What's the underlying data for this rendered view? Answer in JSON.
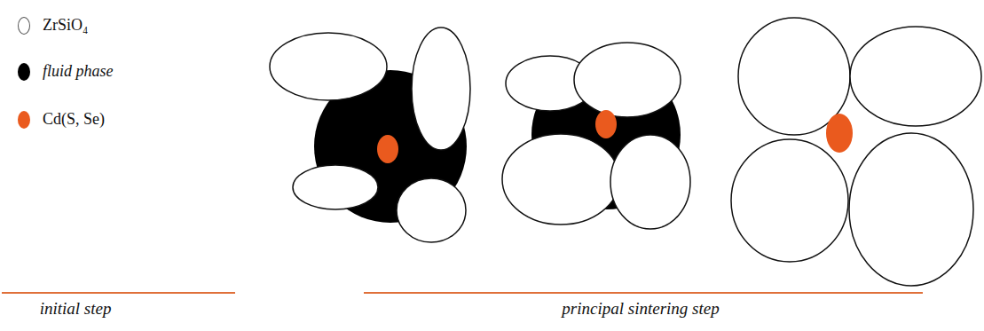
{
  "diagram": {
    "labels": [
      "initial step",
      "principal sintering step"
    ],
    "legend": [
      {
        "text": "ZrSiO₄",
        "color": "#ffffff"
      },
      {
        "text": "fluid phase",
        "color": "#000000"
      },
      {
        "text": "Cd(S, Se)",
        "color": "#ea5a1e"
      }
    ]
  }
}
